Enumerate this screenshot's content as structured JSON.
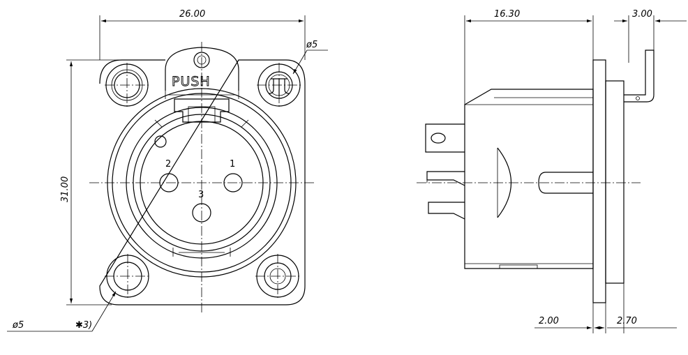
{
  "front_view": {
    "width_dim": "26.00",
    "height_dim": "31.00",
    "hole_dim_top": "ø5",
    "hole_dim_bottom": "ø5",
    "note_mark": "✱3)",
    "latch_label": "PUSH",
    "pins": [
      "2",
      "1",
      "3"
    ]
  },
  "side_view": {
    "depth_dim": "16.30",
    "tail_dim": "3.00",
    "flange_dim": "2.00",
    "rear_dim": "2.70"
  }
}
